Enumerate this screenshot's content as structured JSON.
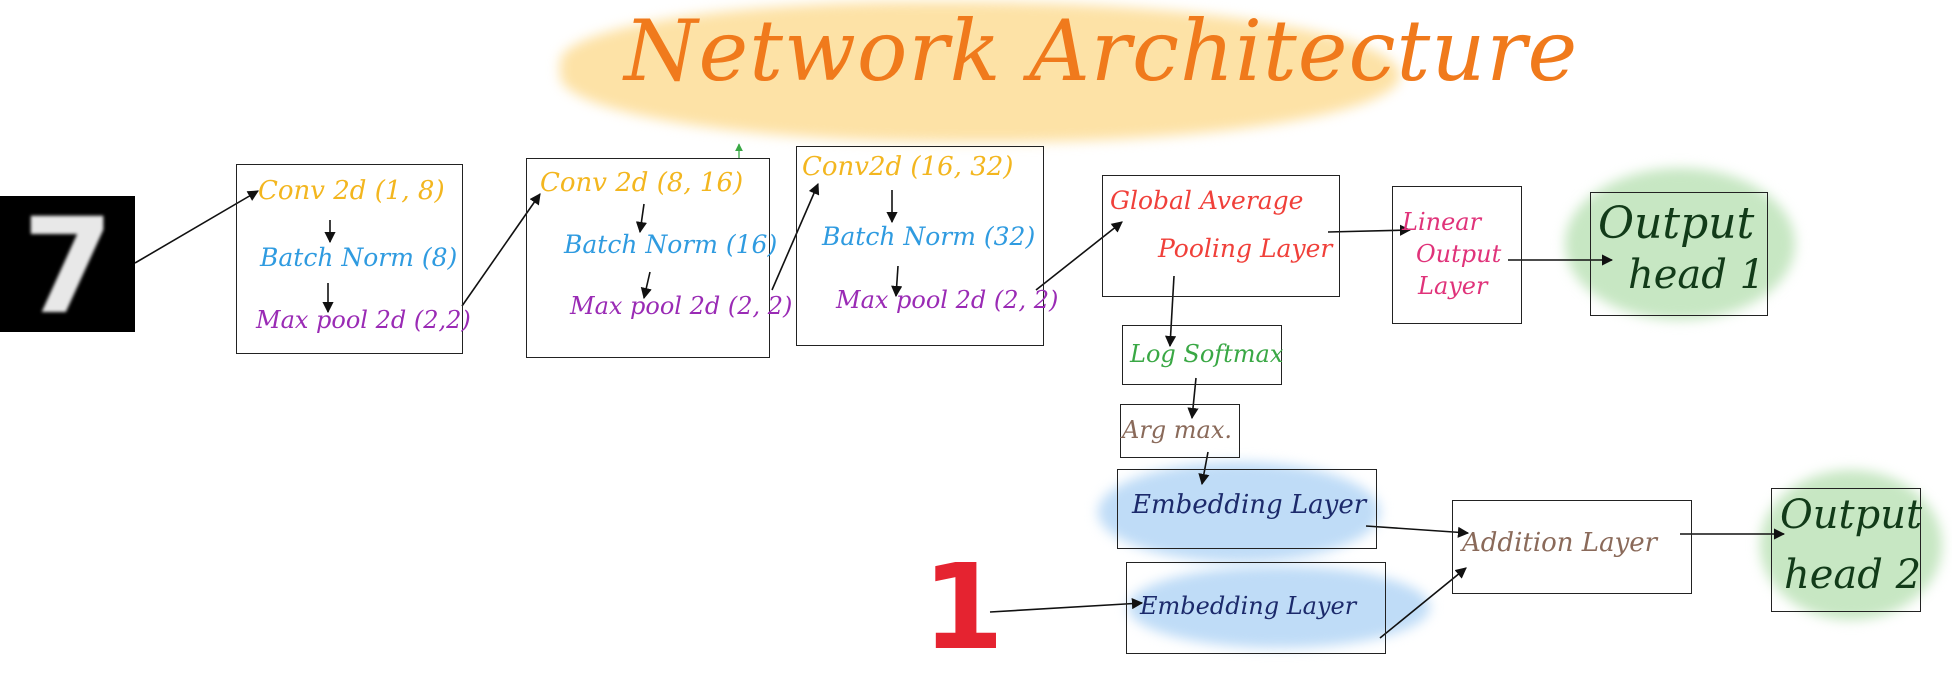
{
  "title": "Network Architecture",
  "input_label": "1",
  "stage1": {
    "conv": "Conv 2d (1, 8)",
    "bn": "Batch Norm (8)",
    "pool": "Max pool 2d (2,2)"
  },
  "stage2": {
    "conv": "Conv 2d (8, 16)",
    "bn": "Batch Norm (16)",
    "pool": "Max pool 2d (2, 2)"
  },
  "stage3": {
    "conv": "Conv2d (16, 32)",
    "bn": "Batch Norm (32)",
    "pool": "Max pool 2d (2, 2)"
  },
  "gap": {
    "line1": "Global Average",
    "line2": "Pooling Layer"
  },
  "linear": {
    "line1": "Linear",
    "line2": "Output",
    "line3": "Layer"
  },
  "head1": {
    "line1": "Output",
    "line2": "head 1"
  },
  "log_softmax": "Log Softmax",
  "argmax": "Arg max.",
  "embed1": "Embedding Layer",
  "embed2": "Embedding Layer",
  "addition": "Addition Layer",
  "head2": {
    "line1": "Output",
    "line2": "head 2"
  },
  "colors": {
    "title": "#f07a1c",
    "title_highlight": "#fde2a6",
    "conv": "#f3b61f",
    "batchnorm": "#2f9be0",
    "pool": "#9a2bb5",
    "gap": "#f0403a",
    "linear": "#e0337a",
    "softmax": "#3aa845",
    "argmax": "#8a6a5a",
    "embedding": "#1c2a6b",
    "embedding_highlight": "#bfdcf7",
    "addition": "#8a6a5a",
    "head": "#123b19",
    "head_highlight": "#c7e7c3",
    "input_digit": "#e52330"
  }
}
